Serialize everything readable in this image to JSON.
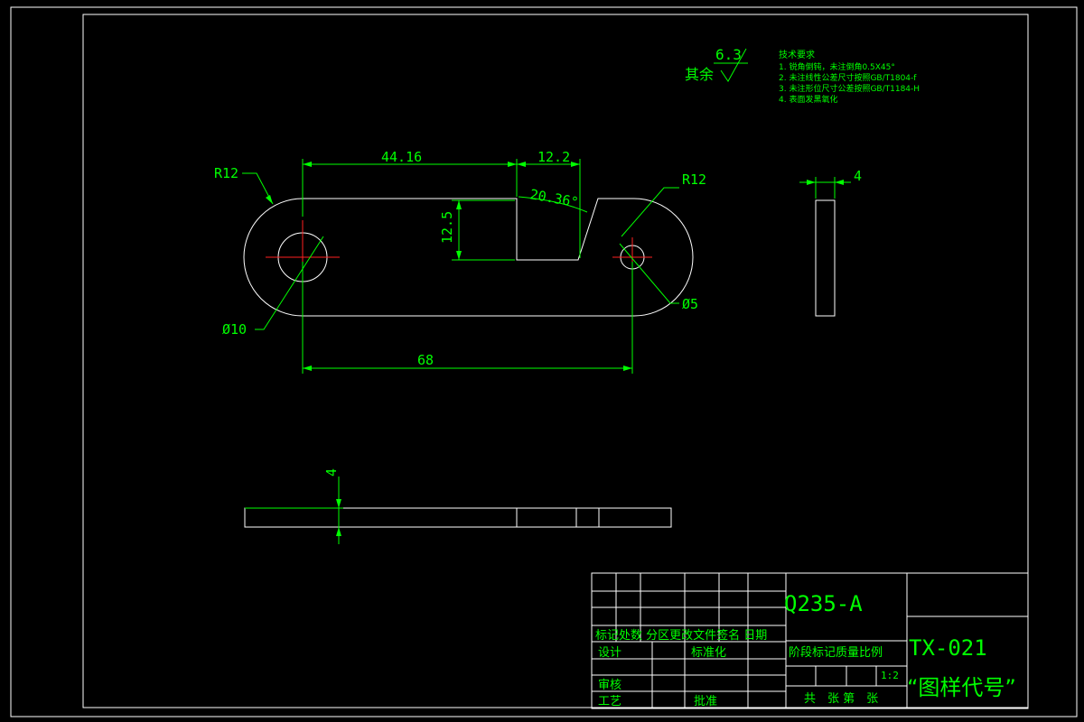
{
  "surface_finish": {
    "value": "6.3",
    "label": "其余"
  },
  "tech_req": {
    "title": "技术要求",
    "items": [
      "1. 锐角倒钝，未注倒角0.5X45°",
      "2. 未注线性公差尺寸按照GB/T1804-f",
      "3. 未注形位尺寸公差按照GB/T1184-H",
      "4. 表面发黑氧化"
    ]
  },
  "dims": {
    "r12_left": "R12",
    "r12_right": "R12",
    "d44": "44.16",
    "d12_2": "12.2",
    "angle": "20.36°",
    "d12_5": "12.5",
    "dia10": "Ø10",
    "dia5": "Ø5",
    "d68": "68",
    "thick_side": "4",
    "thick_bottom": "4"
  },
  "title_block": {
    "material": "Q235-A",
    "drawing_no": "TX-021",
    "code_name": "“图样代号”",
    "scale": "1:2",
    "rev_header": "标记处数 分区更改文件签名 日期",
    "design": "设计",
    "standardize": "标准化",
    "stage_header": "阶段标记质量比例",
    "review": "审核",
    "process": "工艺",
    "approve": "批准",
    "sheets": "共　张 第　张"
  }
}
